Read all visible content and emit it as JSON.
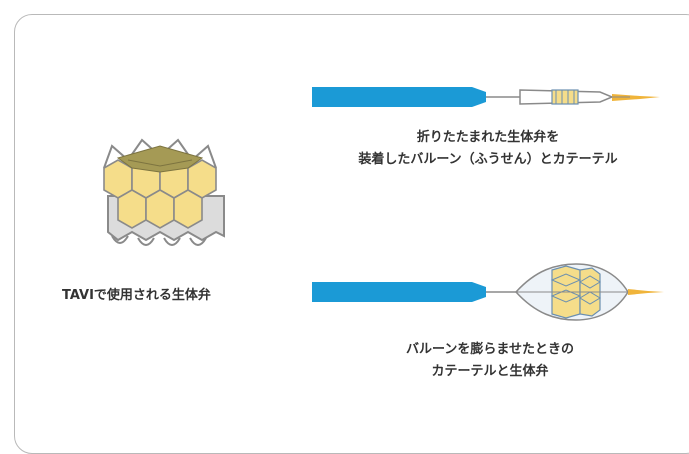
{
  "labels": {
    "folded_line1": "折りたたまれた生体弁を",
    "folded_line2": "装着したバルーン（ふうせん）とカテーテル",
    "valve": "TAVIで使用される生体弁",
    "inflated_line1": "バルーンを膨らませたときの",
    "inflated_line2": "カテーテルと生体弁"
  },
  "colors": {
    "catheter_blue": "#1b9ad6",
    "tip_yellow": "#f0b43a",
    "valve_yellow": "#f5dd8a",
    "valve_olive": "#a59a55",
    "stent_gray": "#8a8a8a",
    "border": "#b9b9b9"
  }
}
